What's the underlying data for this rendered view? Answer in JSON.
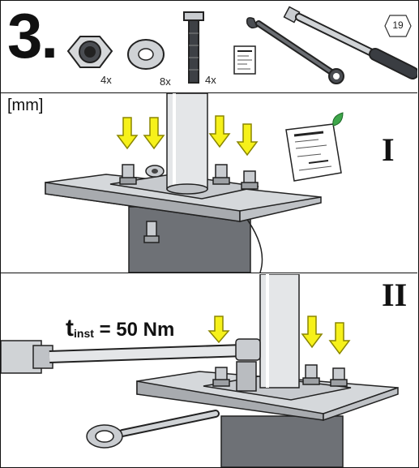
{
  "header": {
    "step_number": "3.",
    "parts": [
      {
        "name": "lock nut",
        "quantity": "4x"
      },
      {
        "name": "washer",
        "quantity": "8x"
      },
      {
        "name": "bolt",
        "quantity": "4x"
      }
    ],
    "page_badge": "19"
  },
  "panel_one": {
    "unit_label": "[mm]",
    "step_label": "I"
  },
  "panel_two": {
    "step_label": "II",
    "torque_symbol": "t",
    "torque_subscript": "inst",
    "torque_value": "= 50 Nm"
  },
  "colors": {
    "arrow_fill": "#f6f11a",
    "arrow_stroke": "#8a8600",
    "leaf": "#3ea64a",
    "metal": "#c9ccd0",
    "outline": "#222222"
  }
}
